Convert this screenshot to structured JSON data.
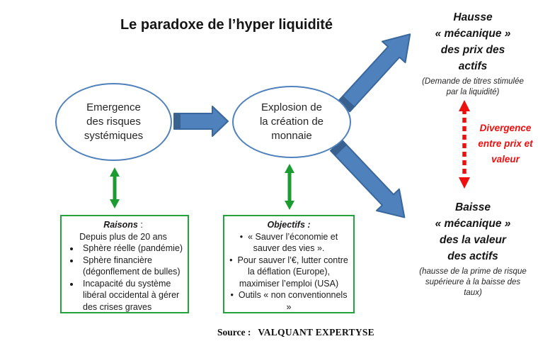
{
  "title": "Le paradoxe de l’hyper liquidité",
  "colors": {
    "arrow_blue": "#4F81BD",
    "arrow_blue_dark": "#3A679C",
    "arrow_green": "#1C9B31",
    "box_border_green": "#23A33C",
    "accent_red": "#EE0F0F"
  },
  "ellipse_left": {
    "lines": [
      "Emergence",
      "des risques",
      "systémiques"
    ]
  },
  "ellipse_middle": {
    "lines": [
      "Explosion de",
      "la création de",
      "monnaie"
    ]
  },
  "hausse": {
    "lines": [
      "Hausse",
      "« mécanique »",
      "des prix des",
      "actifs"
    ],
    "caption": "(Demande de titres stimulée par la liquidité)"
  },
  "divergence": {
    "lines": [
      "Divergence",
      "entre prix et",
      "valeur"
    ]
  },
  "baisse": {
    "lines": [
      "Baisse",
      "« mécanique »",
      "des la valeur",
      "des actifs"
    ],
    "caption": "(hausse de la prime de risque supérieure à la baisse des  taux)"
  },
  "raisons_box": {
    "title": "Raisons",
    "colon": " :",
    "intro": "Depuis plus de 20 ans",
    "bullets": [
      "Sphère réelle (pandémie)",
      "Sphère financière (dégonflement de bulles)",
      "Incapacité du système libéral occidental à gérer des crises graves"
    ]
  },
  "objectifs_box": {
    "title": "Objectifs :",
    "bullets": [
      "« Sauver l’économie et sauver des vies ».",
      "Pour sauver l’€, lutter contre la déflation (Europe), maximiser l’emploi (USA)",
      "Outils « non conventionnels »"
    ]
  },
  "source": {
    "label": "Source :",
    "value": "VALQUANT EXPERTYSE"
  }
}
